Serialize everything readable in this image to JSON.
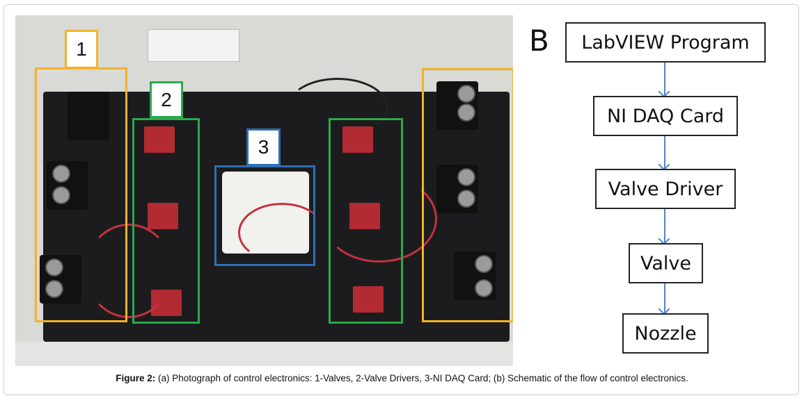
{
  "panel_a": {
    "labels": [
      {
        "text": "1",
        "color": "#f3b228"
      },
      {
        "text": "2",
        "color": "#2ea84a"
      },
      {
        "text": "3",
        "color": "#2e6fb7"
      }
    ]
  },
  "panel_b": {
    "letter": "B",
    "steps": [
      "LabVIEW Program",
      "NI DAQ Card",
      "Valve Driver",
      "Valve",
      "Nozzle"
    ],
    "arrow_color": "#4f86c6"
  },
  "caption": {
    "label": "Figure 2:",
    "text": " (a) Photograph of control electronics: 1-Valves, 2-Valve Drivers, 3-NI DAQ Card; (b) Schematic of the flow of control electronics."
  }
}
